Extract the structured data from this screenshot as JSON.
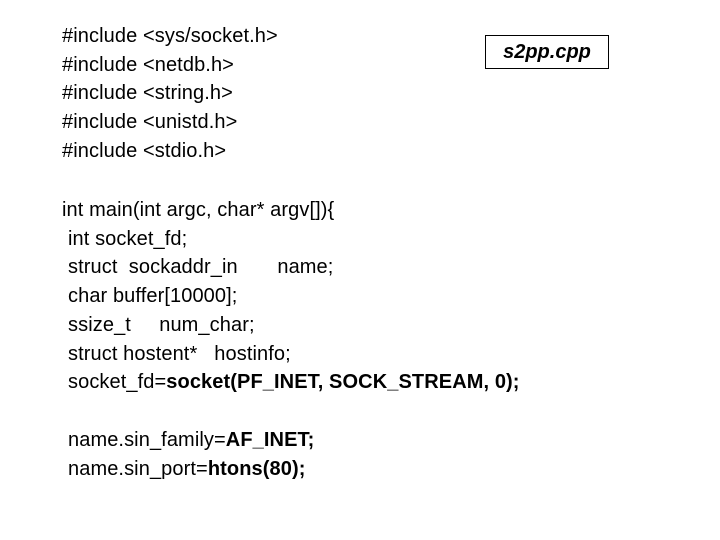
{
  "filename": "s2pp.cpp",
  "includes": [
    "#include <sys/socket.h>",
    "#include <netdb.h>",
    "#include <string.h>",
    "#include <unistd.h>",
    "#include <stdio.h>"
  ],
  "main_signature": "int main(int argc, char* argv[]){",
  "declarations": [
    "int socket_fd;",
    "struct  sockaddr_in       name;",
    "char buffer[10000];",
    "ssize_t     num_char;",
    "struct hostent*   hostinfo;"
  ],
  "socket_call": {
    "lhs": "socket_fd=",
    "rhs": "socket(PF_INET, SOCK_STREAM, 0);"
  },
  "family_assign": {
    "lhs": "name.sin_family=",
    "rhs": "AF_INET;"
  },
  "port_assign": {
    "lhs": "name.sin_port=",
    "rhs": "htons(80);"
  }
}
